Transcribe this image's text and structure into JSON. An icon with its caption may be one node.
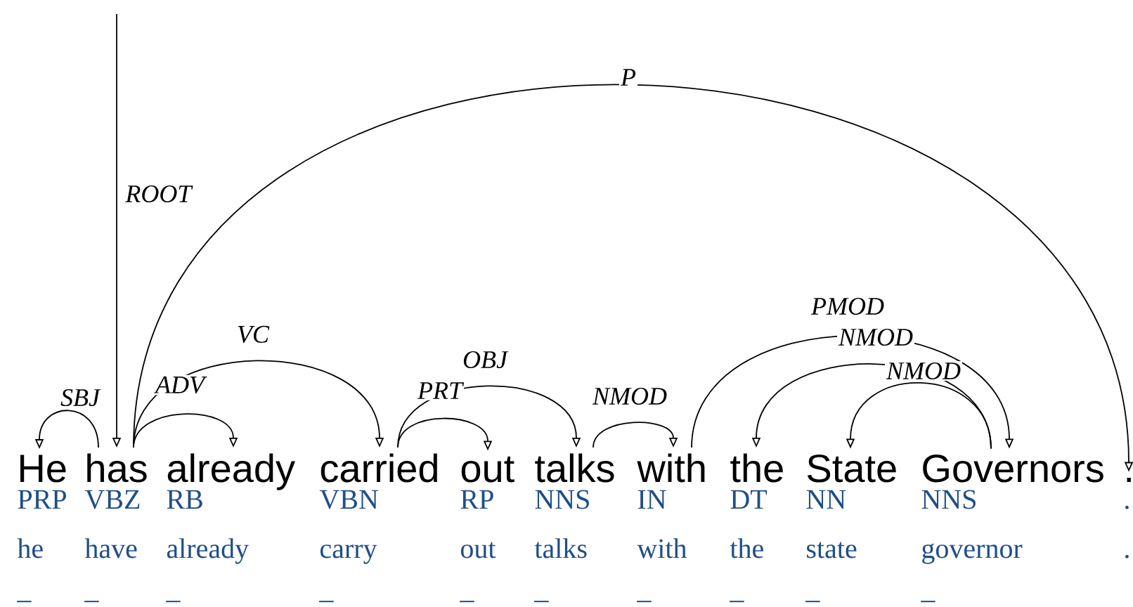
{
  "diagram": {
    "nodes": [
      {
        "text": [
          "He"
        ],
        "beside": [
          "PRP",
          "he",
          "_"
        ]
      },
      {
        "text": [
          "has"
        ],
        "beside": [
          "VBZ",
          "have",
          "_"
        ]
      },
      {
        "text": [
          "already"
        ],
        "beside": [
          "RB",
          "already",
          "_"
        ]
      },
      {
        "text": [
          "carried"
        ],
        "beside": [
          "VBN",
          "carry",
          "_"
        ]
      },
      {
        "text": [
          "out"
        ],
        "beside": [
          "RP",
          "out",
          "_"
        ]
      },
      {
        "text": [
          "talks"
        ],
        "beside": [
          "NNS",
          "talks",
          "_"
        ]
      },
      {
        "text": [
          "with"
        ],
        "beside": [
          "IN",
          "with",
          "_"
        ]
      },
      {
        "text": [
          "the"
        ],
        "beside": [
          "DT",
          "the",
          "_"
        ]
      },
      {
        "text": [
          "State"
        ],
        "beside": [
          "NN",
          "state",
          "_"
        ]
      },
      {
        "text": [
          "Governors"
        ],
        "beside": [
          "NNS",
          "governor",
          "_"
        ]
      },
      {
        "text": [
          "."
        ],
        "beside": [
          ".",
          "."
        ]
      }
    ],
    "edges": [
      {
        "from": 1,
        "to": 0,
        "arrow": "to",
        "label": "SBJ"
      },
      {
        "from": null,
        "to": 1,
        "arrow": "to",
        "label": "ROOT"
      },
      {
        "from": 1,
        "to": 2,
        "arrow": "to",
        "label": "ADV"
      },
      {
        "from": 1,
        "to": 3,
        "arrow": "to",
        "label": "VC"
      },
      {
        "from": 1,
        "to": 10,
        "arrow": "to",
        "label": "P"
      },
      {
        "from": 3,
        "to": 4,
        "arrow": "to",
        "label": "PRT"
      },
      {
        "from": 3,
        "to": 5,
        "arrow": "to",
        "label": "OBJ"
      },
      {
        "from": 5,
        "to": 6,
        "arrow": "to",
        "label": "NMOD"
      },
      {
        "from": 6,
        "to": 9,
        "arrow": "to",
        "label": "PMOD"
      },
      {
        "from": 9,
        "to": 7,
        "arrow": "to",
        "label": "NMOD"
      },
      {
        "from": 9,
        "to": 8,
        "arrow": "to",
        "label": "NMOD"
      }
    ]
  }
}
